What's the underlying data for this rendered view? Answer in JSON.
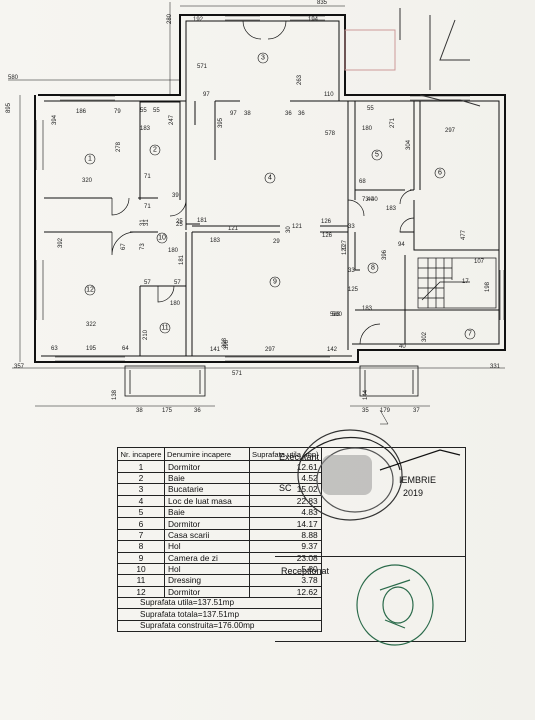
{
  "dims": {
    "top": [
      "280",
      "835",
      "192",
      "194",
      "571",
      "263",
      "97",
      "110",
      "97",
      "38",
      "36",
      "36",
      "395",
      "578"
    ],
    "left": [
      "580",
      "895",
      "186",
      "79",
      "55",
      "55",
      "394",
      "183",
      "247",
      "278",
      "320",
      "71",
      "39",
      "71",
      "31",
      "31",
      "25",
      "25",
      "73",
      "180",
      "392",
      "67",
      "322",
      "57",
      "57",
      "180",
      "181",
      "210",
      "63",
      "195",
      "64",
      "357"
    ],
    "mid": [
      "121",
      "121",
      "29",
      "30",
      "183",
      "126",
      "126",
      "127",
      "127",
      "33",
      "33",
      "125",
      "583",
      "580",
      "183",
      "181",
      "141",
      "297",
      "142",
      "398",
      "398"
    ],
    "right": [
      "55",
      "297",
      "180",
      "271",
      "304",
      "68",
      "73",
      "40",
      "183",
      "477",
      "94",
      "40",
      "396",
      "107",
      "17",
      "198",
      "302",
      "331",
      "40"
    ],
    "bottom": [
      "571",
      "138",
      "38",
      "175",
      "36",
      "144",
      "35",
      "179",
      "37"
    ]
  },
  "rooms": [
    "1",
    "2",
    "3",
    "4",
    "5",
    "6",
    "7",
    "8",
    "9",
    "10",
    "11",
    "12"
  ],
  "table": {
    "headers": [
      "Nr. incapere",
      "Denumire incapere",
      "Suprafata utila (mp)"
    ],
    "rows": [
      [
        "1",
        "Dormitor",
        "12.61"
      ],
      [
        "2",
        "Baie",
        "4.52"
      ],
      [
        "3",
        "Bucatarie",
        "15.02"
      ],
      [
        "4",
        "Loc de luat masa",
        "22.83"
      ],
      [
        "5",
        "Baie",
        "4.83"
      ],
      [
        "6",
        "Dormitor",
        "14.17"
      ],
      [
        "7",
        "Casa scarii",
        "8.88"
      ],
      [
        "8",
        "Hol",
        "9.37"
      ],
      [
        "9",
        "Camera de zi",
        "23.08"
      ],
      [
        "10",
        "Hol",
        "5.80"
      ],
      [
        "11",
        "Dressing",
        "3.78"
      ],
      [
        "12",
        "Dormitor",
        "12.62"
      ]
    ],
    "totals": [
      "Suprafata utila=137.51mp",
      "Suprafata totala=137.51mp",
      "Suprafata construita=176.00mp"
    ]
  },
  "stamp": {
    "executant": "Executant",
    "sc": "SC",
    "date": "IEMBRIE",
    "year": "2019",
    "receptionat": "Receptionat"
  }
}
